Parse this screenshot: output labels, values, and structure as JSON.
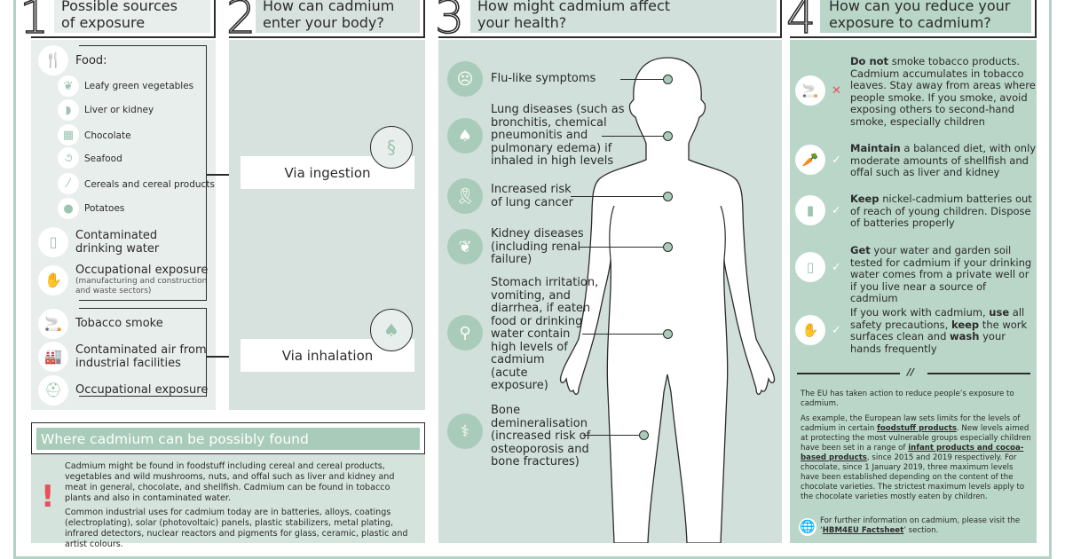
{
  "colors": {
    "accent_green": "#a9cbb9",
    "panel_light": "#e8eeec",
    "panel_mid": "#d1e0da",
    "panel_dark": "#b9d6c8",
    "warning_red": "#e8505b",
    "text": "#2b2b2b"
  },
  "section1": {
    "number": "1",
    "title_line1": "Possible sources",
    "title_line2": "of exposure",
    "food_label": "Food:",
    "food_items": [
      {
        "icon": "leafy-vegetable-icon",
        "label": "Leafy green vegetables"
      },
      {
        "icon": "liver-icon",
        "label": "Liver or kidney"
      },
      {
        "icon": "chocolate-icon",
        "label": "Chocolate"
      },
      {
        "icon": "shrimp-icon",
        "label": "Seafood"
      },
      {
        "icon": "cereal-icon",
        "label": "Cereals and cereal products"
      },
      {
        "icon": "potato-icon",
        "label": "Potatoes"
      }
    ],
    "water_line1": "Contaminated",
    "water_line2": "drinking water",
    "occupational_label": "Occupational exposure",
    "occupational_note_line1": "(manufacturing and construction",
    "occupational_note_line2": "and waste sectors)",
    "inhalation_items": {
      "tobacco": "Tobacco smoke",
      "air_line1": "Contaminated air from",
      "air_line2": "industrial facilities",
      "occupational": "Occupational exposure"
    }
  },
  "section2": {
    "number": "2",
    "title_line1": "How can cadmium",
    "title_line2": "enter your body?",
    "ingestion": "Via ingestion",
    "inhalation": "Via inhalation"
  },
  "section3": {
    "number": "3",
    "title_line1": "How might cadmium affect",
    "title_line2": "your health?",
    "effects": [
      {
        "icon": "flu-face-icon",
        "lines": [
          "Flu-like symptoms"
        ]
      },
      {
        "icon": "lungs-icon",
        "lines": [
          "Lung diseases (such as",
          "bronchitis, chemical",
          "pneumonitis and",
          "pulmonary edema) if",
          "inhaled in high levels"
        ]
      },
      {
        "icon": "cancer-ribbon-icon",
        "lines": [
          "Increased risk",
          "of lung cancer"
        ]
      },
      {
        "icon": "kidney-icon",
        "lines": [
          "Kidney diseases",
          "(including renal",
          "failure)"
        ]
      },
      {
        "icon": "vomiting-person-icon",
        "lines": [
          "Stomach irritation,",
          "vomiting, and",
          "diarrhea, if eaten",
          "food or drinking",
          "water contain",
          "high levels of",
          "cadmium",
          "(acute",
          "exposure)"
        ]
      },
      {
        "icon": "bone-joint-icon",
        "lines": [
          "Bone",
          "demineralisation",
          "(increased risk of",
          "osteoporosis and",
          "bone fractures)"
        ]
      }
    ]
  },
  "section4": {
    "number": "4",
    "title_line1": "How can you reduce your",
    "title_line2": "exposure to cadmium?",
    "tips": [
      {
        "icon": "cigarette-icon",
        "mark": "✕",
        "bold": "Do not",
        "text": " smoke tobacco products. Cadmium accumulates in tobacco leaves. Stay away from areas where people smoke. If you smoke, avoid exposing others to second-hand smoke, especially children"
      },
      {
        "icon": "vegetables-icon",
        "mark": "✓",
        "bold": "Maintain",
        "text": " a balanced diet, with only moderate amounts of shellfish and offal such as liver and kidney"
      },
      {
        "icon": "battery-icon",
        "mark": "✓",
        "bold": "Keep",
        "text": " nickel-cadmium batteries out of reach of young children. Dispose of batteries properly"
      },
      {
        "icon": "water-glass-icon",
        "mark": "✓",
        "bold": "Get",
        "text": " your water and garden soil tested for cadmium if your drinking water comes from a private well or if you live near a source of cadmium"
      },
      {
        "icon": "hand-wash-icon",
        "mark": "✓",
        "pre": "If you work with cadmium, ",
        "bold": "use",
        "mid": " all safety precautions, ",
        "bold2": "keep",
        "mid2": " the work surfaces clean and ",
        "bold3": "wash",
        "text": " your hands frequently"
      }
    ],
    "divider": "//",
    "eu_intro": "The EU has taken action to reduce people’s exposure to cadmium.",
    "eu_p1": "As example, the European law sets limits for the levels of cadmium in certain ",
    "eu_link1": "foodstuff products",
    "eu_p2": ". New levels aimed at protecting the most vulnerable groups especially children have been set in a range of ",
    "eu_link2": "infant products and cocoa-based products",
    "eu_p3": ", since 2015 and 2019 respectively. For chocolate, since 1 January 2019, three maximum levels have been established depending on the content of the chocolate varieties. The strictest maximum levels apply to the chocolate varieties mostly eaten by children.",
    "further_pre": "For further information on cadmium, please visit the ‘",
    "further_link": "HBM4EU Factsheet",
    "further_post": "’ section."
  },
  "where_found": {
    "title": "Where cadmium can be possibly found",
    "p1": "Cadmium might be found in foodstuff including cereal and cereal products, vegetables and wild mushrooms, nuts, and offal such as liver and kidney and meat in general, chocolate, and shellfish. Cadmium can be found in tobacco plants and also in contaminated water.",
    "p2": "Common industrial uses for cadmium today are in batteries, alloys, coatings (electroplating), solar (photovoltaic) panels, plastic stabilizers, metal plating, infrared detectors, nuclear reactors and pigments for glass, ceramic, plastic and artist colours."
  }
}
